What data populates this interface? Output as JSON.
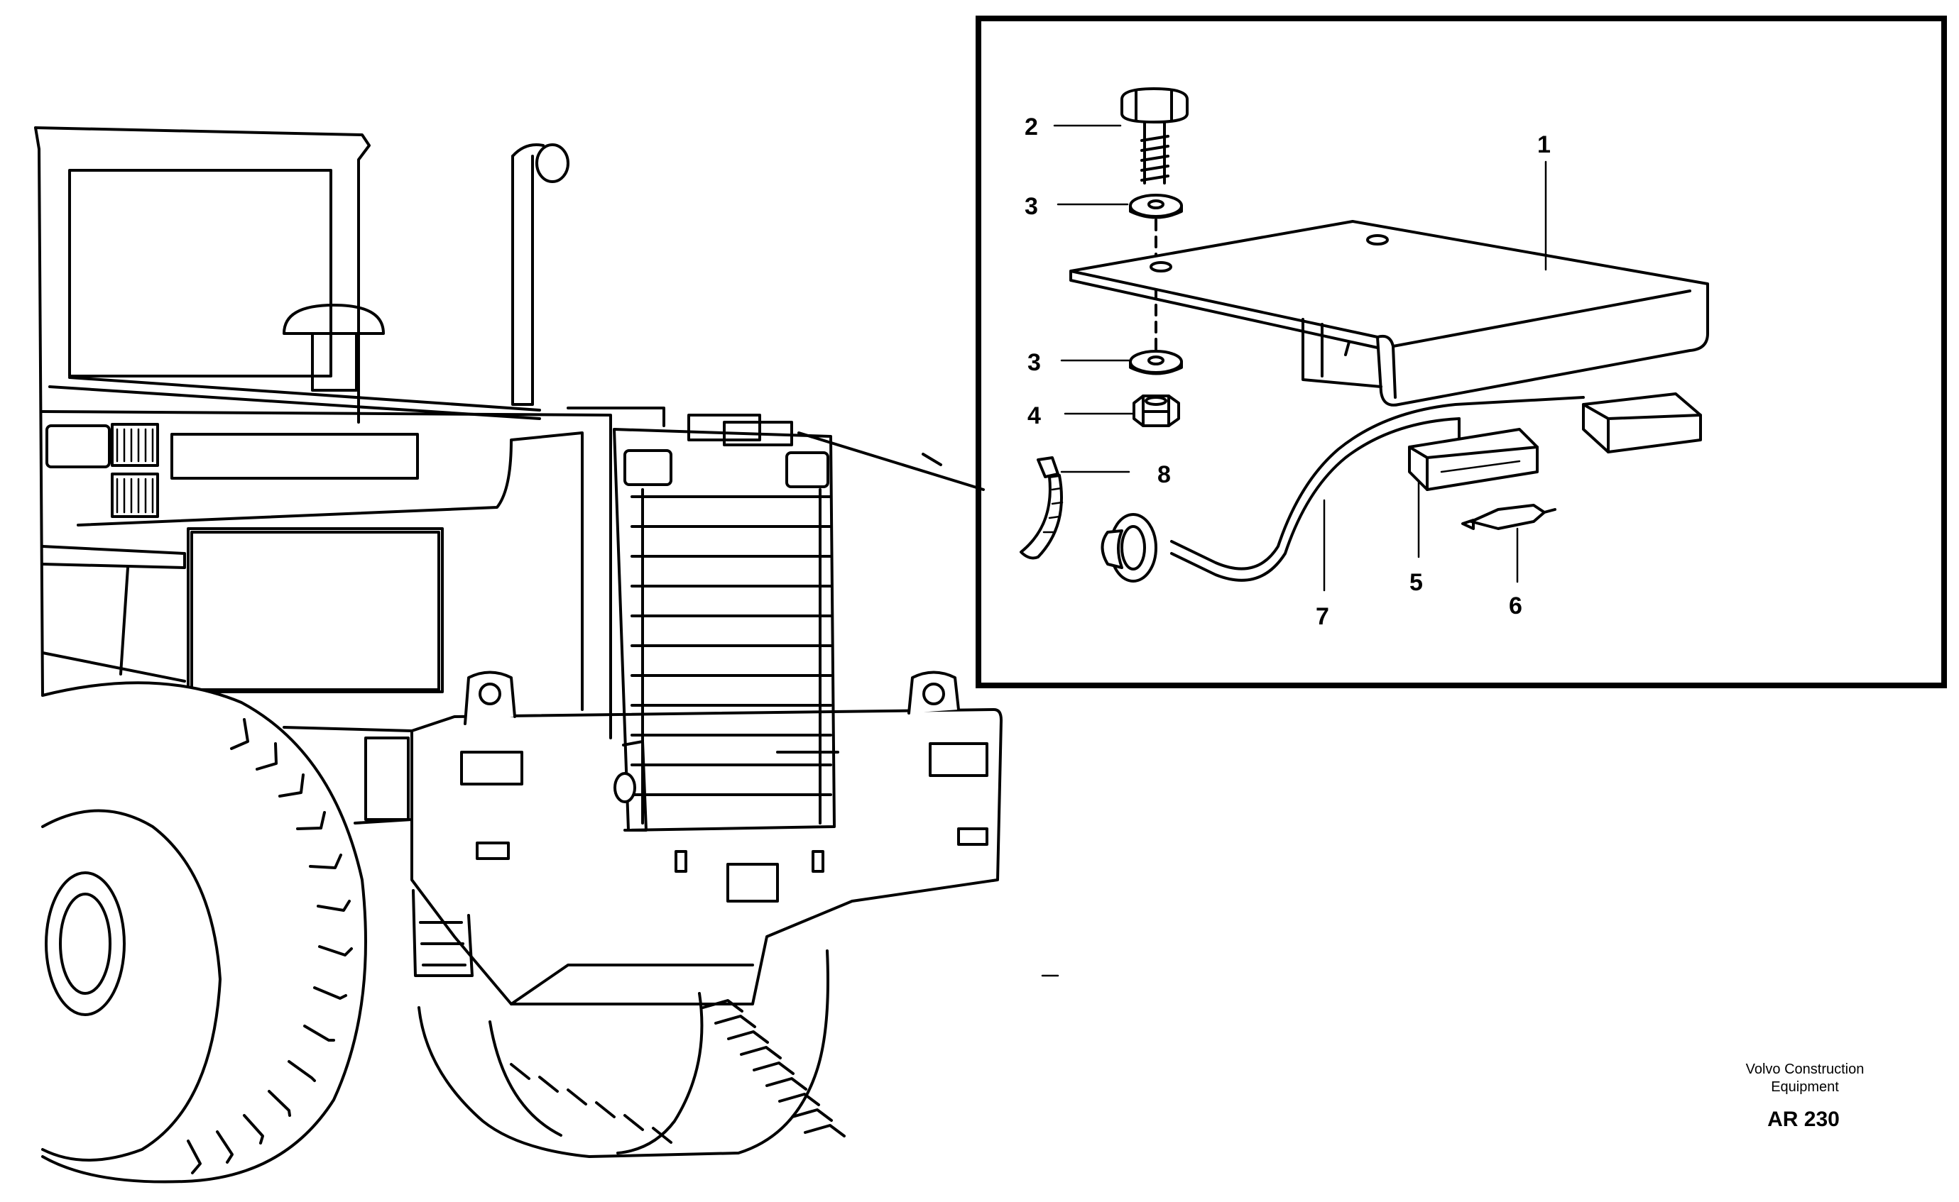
{
  "diagram": {
    "callouts": [
      {
        "id": "1",
        "label": "1"
      },
      {
        "id": "2",
        "label": "2"
      },
      {
        "id": "3a",
        "label": "3"
      },
      {
        "id": "3b",
        "label": "3"
      },
      {
        "id": "4",
        "label": "4"
      },
      {
        "id": "5",
        "label": "5"
      },
      {
        "id": "6",
        "label": "6"
      },
      {
        "id": "7",
        "label": "7"
      },
      {
        "id": "8",
        "label": "8"
      }
    ],
    "footer": {
      "company_line1": "Volvo Construction",
      "company_line2": "Equipment",
      "ref_code": "AR 230"
    }
  }
}
